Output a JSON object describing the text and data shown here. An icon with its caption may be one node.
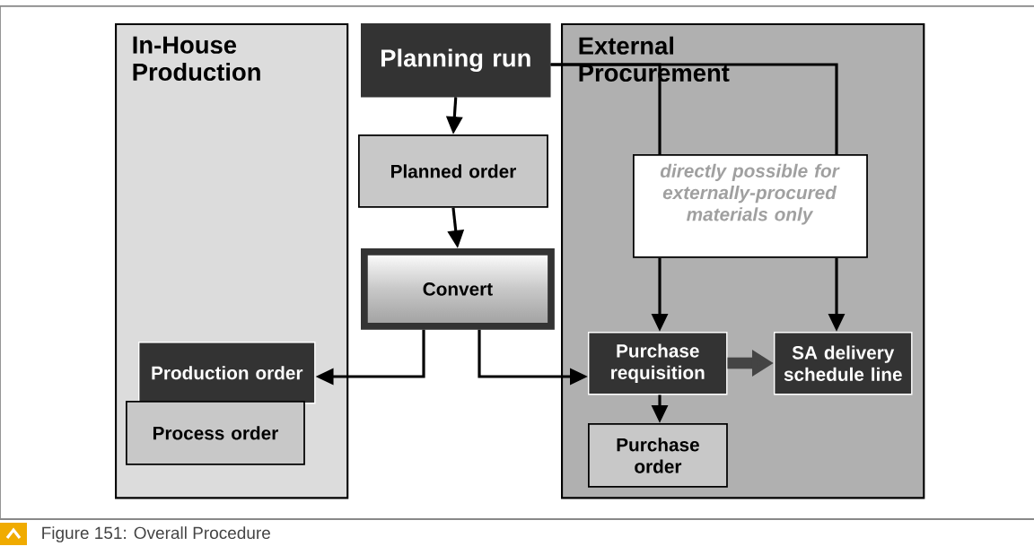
{
  "diagram": {
    "caption": "Figure 151: Overall Procedure",
    "nodes": [
      {
        "text": [
          "In-House Production"
        ]
      },
      {
        "text": [
          "External Procurement"
        ]
      },
      {
        "text": [
          "Planning run"
        ]
      },
      {
        "text": [
          "Planned order"
        ]
      },
      {
        "text": [
          "Convert"
        ]
      },
      {
        "text": [
          "Production order"
        ],
        "in": 0
      },
      {
        "text": [
          "Process order"
        ],
        "in": 0
      },
      {
        "text": [
          "directly possible for externally-procured materials only"
        ],
        "in": 1
      },
      {
        "text": [
          "Purchase requisition"
        ],
        "in": 1
      },
      {
        "text": [
          "SA delivery schedule line"
        ],
        "in": 1
      },
      {
        "text": [
          "Purchase order"
        ],
        "in": 1
      }
    ],
    "edges": [
      {
        "from": 2,
        "to": 3,
        "arrow": "to"
      },
      {
        "from": 3,
        "to": 4,
        "arrow": "to"
      },
      {
        "from": 4,
        "to": 5,
        "arrow": "to"
      },
      {
        "from": 4,
        "to": 8,
        "arrow": "to"
      },
      {
        "from": 2,
        "to": 7,
        "arrow": "none"
      },
      {
        "from": 2,
        "to": 7,
        "arrow": "none"
      },
      {
        "from": 7,
        "to": 8,
        "arrow": "to"
      },
      {
        "from": 7,
        "to": 9,
        "arrow": "to"
      },
      {
        "from": 8,
        "to": 9,
        "arrow": "to",
        "style": "thick",
        "color": "#444444"
      },
      {
        "from": 8,
        "to": 10,
        "arrow": "to"
      }
    ]
  }
}
